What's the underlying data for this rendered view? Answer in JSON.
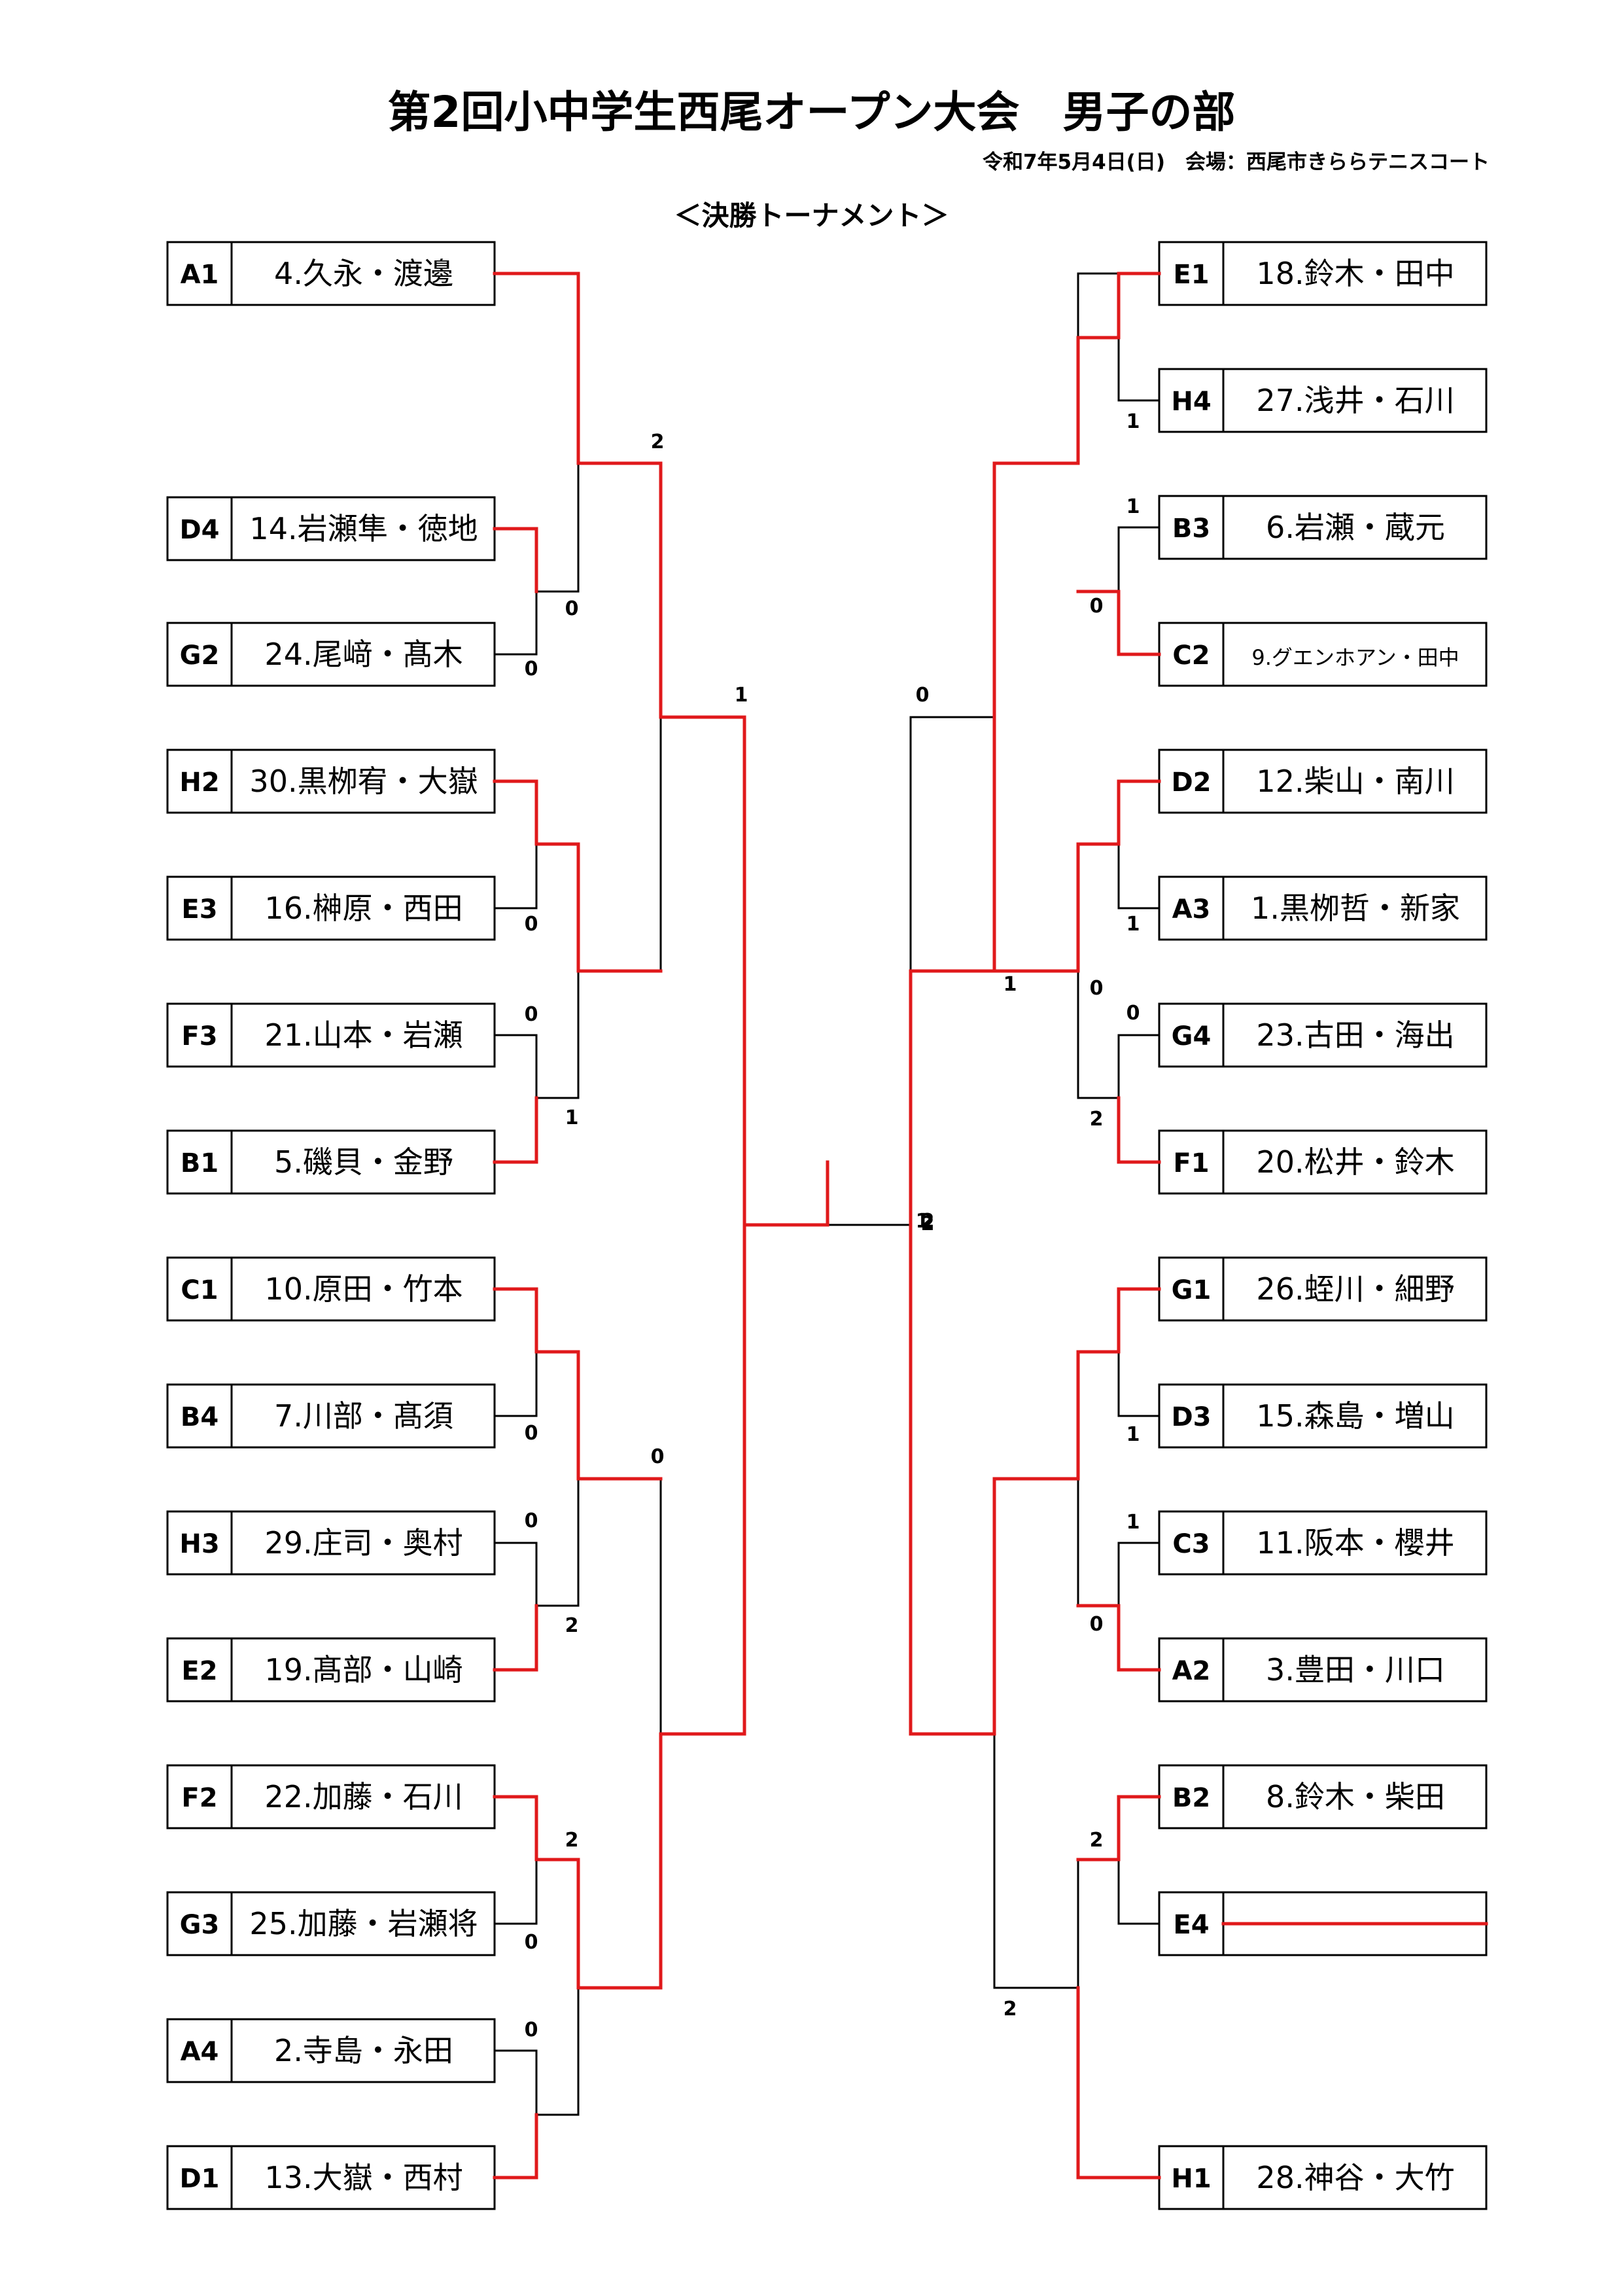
{
  "title": "第2回小中学生西尾オープン大会　男子の部",
  "date_venue": "令和7年5月4日(日)　会場：西尾市きららテニスコート",
  "subtitle": "＜決勝トーナメント＞",
  "colors": {
    "winner_line": "#e0191b",
    "line": "#000000"
  },
  "left_entries": [
    {
      "seed": "A1",
      "name": "4.久永・渡邊"
    },
    {
      "seed": "D4",
      "name": "14.岩瀬隼・徳地"
    },
    {
      "seed": "G2",
      "name": "24.尾﨑・髙木"
    },
    {
      "seed": "H2",
      "name": "30.黒栁宥・大嶽"
    },
    {
      "seed": "E3",
      "name": "16.榊原・西田"
    },
    {
      "seed": "F3",
      "name": "21.山本・岩瀬"
    },
    {
      "seed": "B1",
      "name": "5.磯貝・金野"
    },
    {
      "seed": "C1",
      "name": "10.原田・竹本"
    },
    {
      "seed": "B4",
      "name": "7.川部・髙須"
    },
    {
      "seed": "H3",
      "name": "29.庄司・奥村"
    },
    {
      "seed": "E2",
      "name": "19.髙部・山崎"
    },
    {
      "seed": "F2",
      "name": "22.加藤・石川"
    },
    {
      "seed": "G3",
      "name": "25.加藤・岩瀬将"
    },
    {
      "seed": "A4",
      "name": "2.寺島・永田"
    },
    {
      "seed": "D1",
      "name": "13.大嶽・西村"
    }
  ],
  "right_entries": [
    {
      "seed": "E1",
      "name": "18.鈴木・田中"
    },
    {
      "seed": "H4",
      "name": "27.浅井・石川"
    },
    {
      "seed": "B3",
      "name": "6.岩瀬・蔵元"
    },
    {
      "seed": "C2",
      "name": "9.グエンホアン・田中"
    },
    {
      "seed": "D2",
      "name": "12.柴山・南川"
    },
    {
      "seed": "A3",
      "name": "1.黒栁哲・新家"
    },
    {
      "seed": "G4",
      "name": "23.古田・海出"
    },
    {
      "seed": "F1",
      "name": "20.松井・鈴木"
    },
    {
      "seed": "G1",
      "name": "26.蛭川・細野"
    },
    {
      "seed": "D3",
      "name": "15.森島・増山"
    },
    {
      "seed": "C3",
      "name": "11.阪本・櫻井"
    },
    {
      "seed": "A2",
      "name": "3.豊田・川口"
    },
    {
      "seed": "B2",
      "name": "8.鈴木・柴田"
    },
    {
      "seed": "E4",
      "name": ""
    },
    {
      "seed": "H1",
      "name": "28.神谷・大竹"
    }
  ],
  "scores": [
    "2",
    "0",
    "0",
    "0",
    "1",
    "0",
    "1",
    "0",
    "0",
    "0",
    "2",
    "2",
    "0",
    "0",
    "2",
    "0",
    "1",
    "1",
    "1",
    "0",
    "1",
    "2",
    "0",
    "0",
    "1",
    "1",
    "0",
    "2",
    "2",
    "1",
    "2"
  ]
}
